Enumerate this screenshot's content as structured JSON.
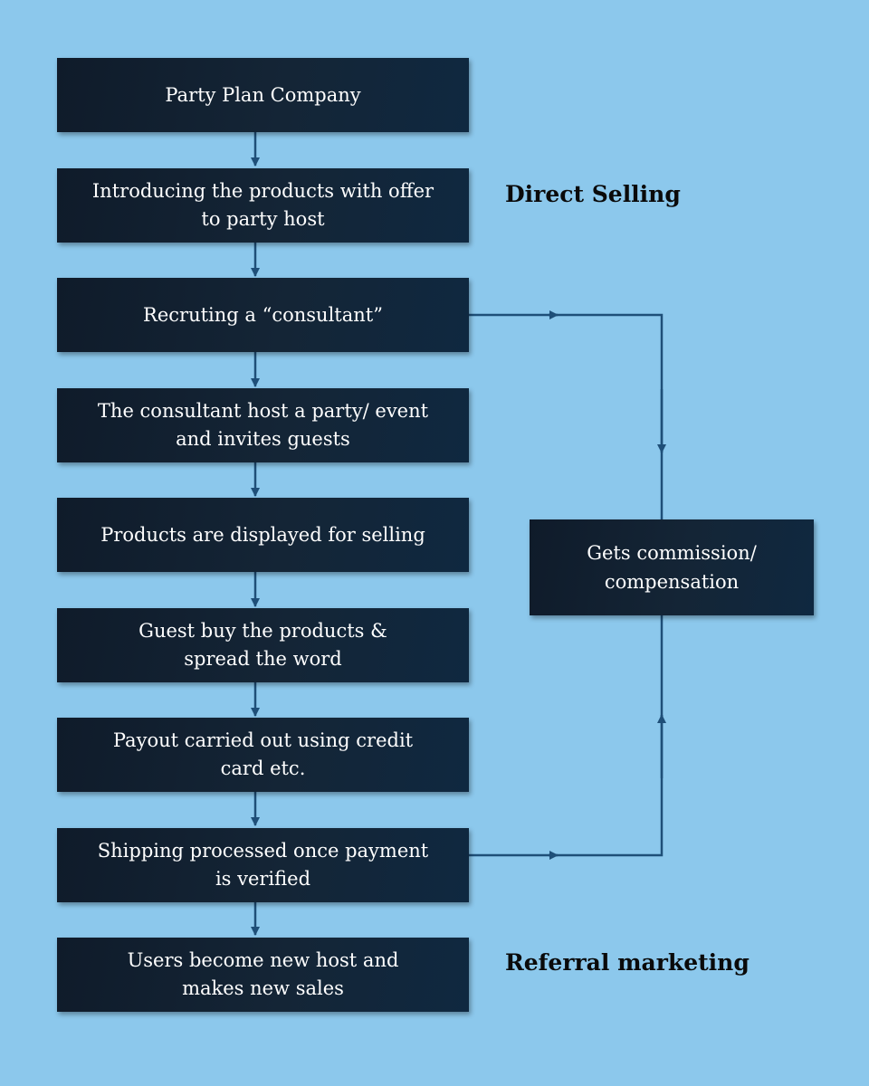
{
  "steps": [
    "Party Plan Company",
    "Introducing the products with offer\nto party host",
    "Recruting a “consultant”",
    "The consultant host a party/ event\nand invites guests",
    "Products are displayed for selling",
    "Guest buy the products &\nspread the word",
    "Payout carried out using credit\ncard etc.",
    "Shipping processed once payment\nis verified",
    "Users become new host and\nmakes new sales"
  ],
  "side_box": "Gets commission/\ncompensation",
  "labels": {
    "direct_selling": "Direct Selling",
    "referral_marketing": "Referral marketing"
  },
  "colors": {
    "background": "#8cc8ec",
    "box": "#132232",
    "connector": "#1f4f78"
  }
}
